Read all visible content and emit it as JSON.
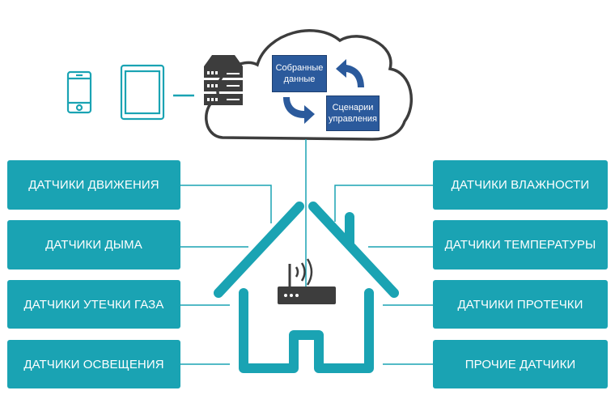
{
  "colors": {
    "teal": "#1aa3b3",
    "dark": "#3d3d3d",
    "blue": "#2b5a9c"
  },
  "cloud": {
    "collected_data": "Собранные данные",
    "control_scenarios": "Сценарии управления"
  },
  "devices": [
    "smartphone-icon",
    "tablet-icon",
    "server-icon",
    "router-icon"
  ],
  "sensors_left": [
    "ДАТЧИКИ ДВИЖЕНИЯ",
    "ДАТЧИКИ ДЫМА",
    "ДАТЧИКИ УТЕЧКИ ГАЗА",
    "ДАТЧИКИ ОСВЕЩЕНИЯ"
  ],
  "sensors_right": [
    "ДАТЧИКИ ВЛАЖНОСТИ",
    "ДАТЧИКИ ТЕМПЕРАТУРЫ",
    "ДАТЧИКИ ПРОТЕЧКИ",
    "ПРОЧИЕ ДАТЧИКИ"
  ]
}
